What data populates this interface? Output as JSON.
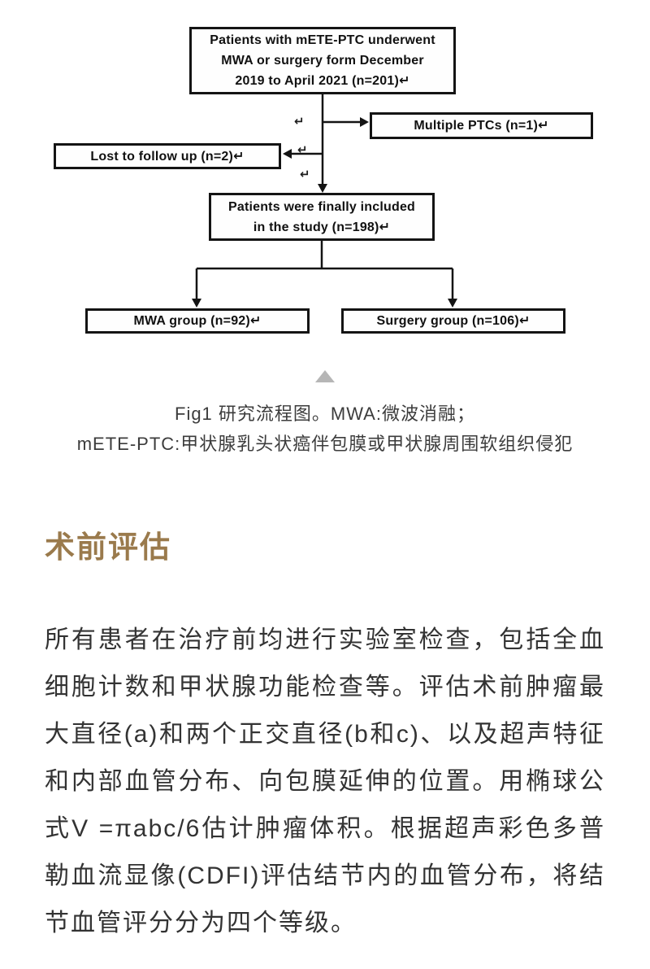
{
  "figure": {
    "boxes": {
      "top": {
        "lines": [
          "Patients with mETE-PTC underwent",
          "MWA or surgery form December",
          "2019 to April 2021 (n=201)↵"
        ]
      },
      "multiple_ptcs": {
        "text": "Multiple PTCs (n=1)↵"
      },
      "lost_follow_up": {
        "text": "Lost to follow up (n=2)↵"
      },
      "included": {
        "lines": [
          "Patients were finally included",
          "in the study (n=198)↵"
        ]
      },
      "mwa_group": {
        "text": "MWA group (n=92)↵"
      },
      "surgery_group": {
        "text": "Surgery group (n=106)↵"
      }
    },
    "return_marks": [
      "↵",
      "↵",
      "↵"
    ],
    "caption_line1": "Fig1 研究流程图。MWA:微波消融；",
    "caption_line2": "mETE-PTC:甲状腺乳头状癌伴包膜或甲状腺周围软组织侵犯"
  },
  "section": {
    "heading": "术前评估",
    "paragraph": "所有患者在治疗前均进行实验室检查，包括全血细胞计数和甲状腺功能检查等。评估术前肿瘤最大直径(a)和两个正交直径(b和c)、以及超声特征和内部血管分布、向包膜延伸的位置。用椭球公式V =πabc/6估计肿瘤体积。根据超声彩色多普勒血流显像(CDFI)评估结节内的血管分布，将结节血管评分分为四个等级。"
  },
  "colors": {
    "heading": "#9a7a4c",
    "body_text": "#333333",
    "flowchart_line": "#141414",
    "triangle": "#b6b6b6"
  }
}
